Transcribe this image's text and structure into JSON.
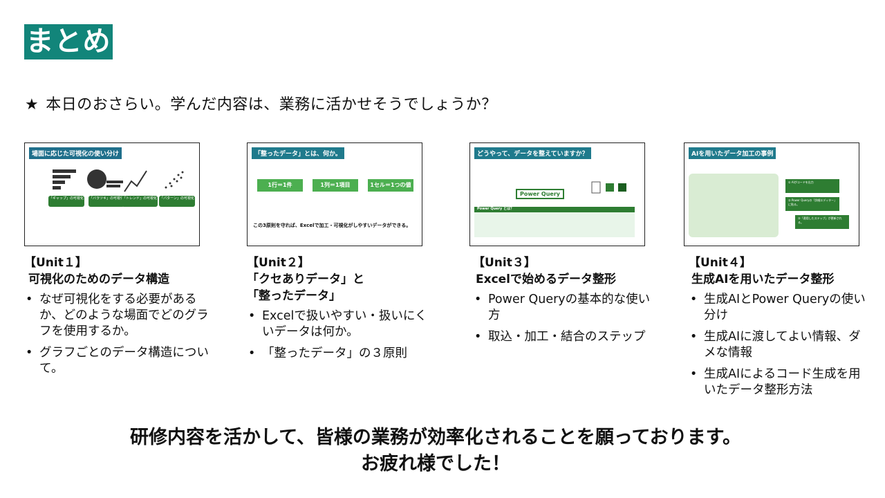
{
  "title": "まとめ",
  "intro": {
    "star": "★",
    "text": "本日のおさらい。学んだ内容は、業務に活かせそうでしょうか？"
  },
  "thumbnails": [
    {
      "title": "場面に応じた可視化の使い分け",
      "pills": [
        "「ギャップ」の可視化",
        "「バラツキ」の可視化",
        "「トレンド」の可視化",
        "「パターン」の可視化"
      ]
    },
    {
      "title": "「整ったデータ」とは、何か。",
      "rules": [
        "1行＝1件",
        "1列＝1項目",
        "1セル＝1つの値"
      ],
      "bottom": "この3原則を守れば、Excelで加工・可視化がしやすいデータができる。"
    },
    {
      "title": "どうやって、データを整えていますか？",
      "badge": "Power Query",
      "box_title": "Power Query とは？"
    },
    {
      "title": "AIを用いたデータ加工の事例",
      "steps": [
        "① AIがコードを出力",
        "② Power Queryの「詳細エディター」に貼る。",
        "③「適用したステップ」が更新される。"
      ]
    }
  ],
  "units": [
    {
      "heading": "【Unit１】",
      "title": "可視化のためのデータ構造",
      "bullets": [
        "なぜ可視化をする必要があるか、どのような場面でどのグラフを使用するか。",
        "グラフごとのデータ構造について。"
      ]
    },
    {
      "heading": "【Unit２】",
      "title": "「クセありデータ」と\n「整ったデータ」",
      "bullets": [
        "Excelで扱いやすい・扱いにくいデータは何か。",
        "「整ったデータ」の３原則"
      ]
    },
    {
      "heading": "【Unit３】",
      "title": "Excelで始めるデータ整形",
      "bullets": [
        "Power Queryの基本的な使い方",
        "取込・加工・結合のステップ"
      ]
    },
    {
      "heading": "【Unit４】",
      "title": "生成AIを用いたデータ整形",
      "bullets": [
        " 生成AIとPower Queryの使い分け",
        "生成AIに渡してよい情報、ダメな情報",
        "生成AIによるコード生成を用いたデータ整形方法"
      ]
    }
  ],
  "closing": {
    "line1": "研修内容を活かして、皆様の業務が効率化されることを願っております。",
    "line2": "お疲れ様でした！"
  }
}
